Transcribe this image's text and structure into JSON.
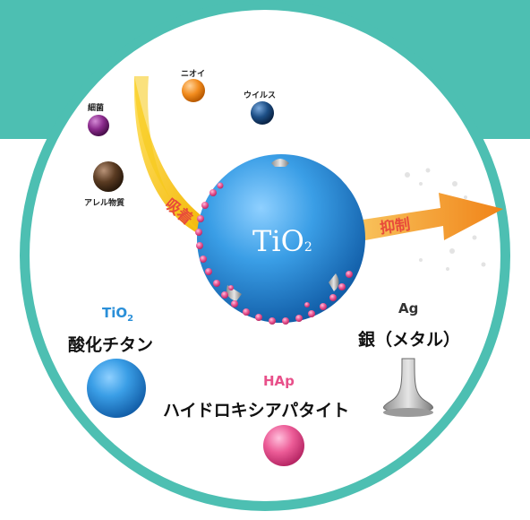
{
  "particles": {
    "smell": "ニオイ",
    "virus": "ウイルス",
    "bacteria": "細菌",
    "allergen": "アレル物質"
  },
  "core": {
    "symbol": "TiO",
    "subscript": "2"
  },
  "arrows": {
    "adsorb": "吸着",
    "suppress": "抑制"
  },
  "legend": {
    "tio2": {
      "symbol": "TiO",
      "subscript": "2",
      "name": "酸化チタン"
    },
    "hap": {
      "symbol": "HAp",
      "name": "ハイドロキシアパタイト"
    },
    "ag": {
      "symbol": "Ag",
      "name": "銀（メタル）"
    }
  },
  "colors": {
    "frame": "#4dbfb2",
    "tio2_sphere": "#2f93e0",
    "hap_sphere": "#e8508a",
    "smell_ball": "#f28c1e",
    "virus_ball": "#1d4f86",
    "bacteria_ball": "#8a2a8c",
    "allergen_ball": "#5a3b22",
    "adsorb_arrow": "#f5c518",
    "suppress_arrow": "#f39a1e"
  }
}
